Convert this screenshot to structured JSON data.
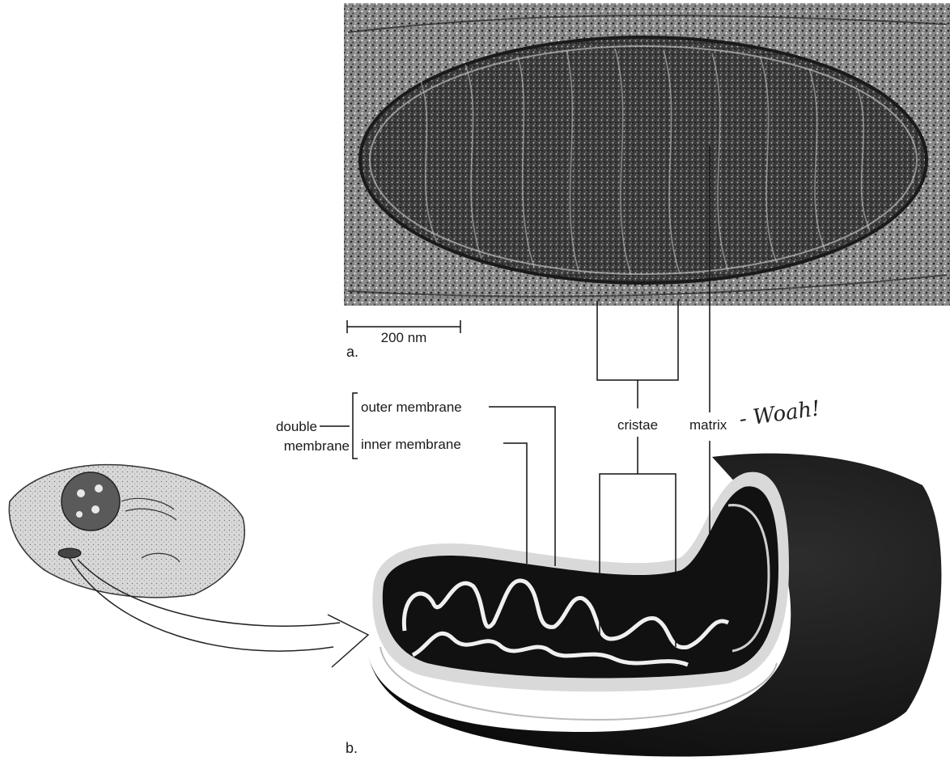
{
  "figure": {
    "panel_a": "a.",
    "panel_b": "b.",
    "scale_bar": "200 nm",
    "labels": {
      "double_line1": "double",
      "double_line2": "membrane",
      "outer": "outer membrane",
      "inner": "inner membrane",
      "cristae": "cristae",
      "matrix": "matrix"
    },
    "handwritten_note": "- Woah!"
  }
}
